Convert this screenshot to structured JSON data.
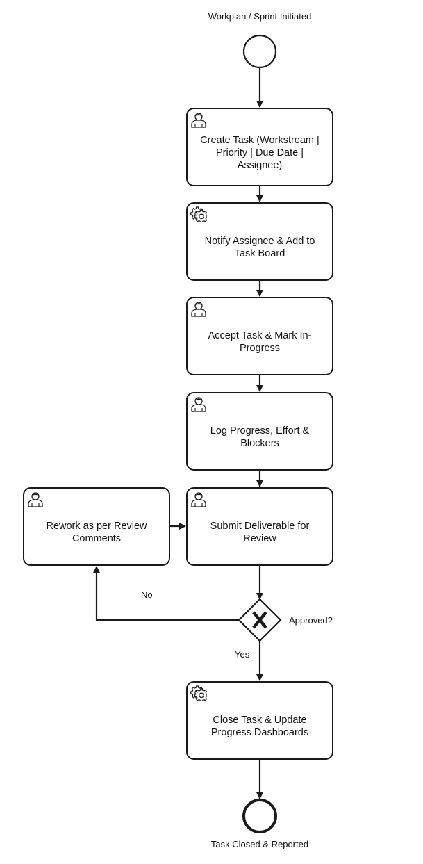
{
  "start_event": {
    "label": "Workplan / Sprint Initiated"
  },
  "end_event": {
    "label": "Task Closed & Reported"
  },
  "tasks": [
    {
      "label": "Create Task (Workstream | Priority | Due Date | Assignee)",
      "type": "user",
      "icon": "user-icon"
    },
    {
      "label": "Notify Assignee & Add to Task Board",
      "type": "service",
      "icon": "gear-icon"
    },
    {
      "label": "Accept Task & Mark In-Progress",
      "type": "user",
      "icon": "user-icon"
    },
    {
      "label": "Log Progress, Effort & Blockers",
      "type": "user",
      "icon": "user-icon"
    },
    {
      "label": "Submit Deliverable for Review",
      "type": "user",
      "icon": "user-icon"
    },
    {
      "label": "Rework as per Review Comments",
      "type": "user",
      "icon": "user-icon"
    },
    {
      "label": "Close Task & Update Progress Dashboards",
      "type": "service",
      "icon": "gear-icon"
    }
  ],
  "gateway": {
    "label": "Approved?",
    "type": "exclusive",
    "icon": "x-icon"
  },
  "flows": {
    "no_label": "No",
    "yes_label": "Yes"
  }
}
